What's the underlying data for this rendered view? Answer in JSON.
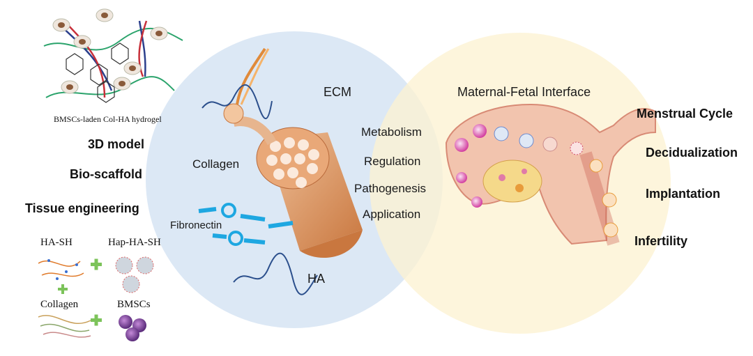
{
  "left_panel": {
    "hydrogel_caption": "BMSCs-laden Col-HA hydrogel",
    "uses": [
      "3D model",
      "Bio-scaffold",
      "Tissue engineering"
    ],
    "components": {
      "ha_sh": "HA-SH",
      "hap_ha_sh": "Hap-HA-SH",
      "collagen": "Collagen",
      "bmscs": "BMSCs"
    }
  },
  "ecm_circle": {
    "title": "ECM",
    "collagen_label": "Collagen",
    "fibronectin_label": "Fibronectin",
    "ha_label": "HA",
    "fill_color": "#dce8f5"
  },
  "overlap": {
    "items": [
      "Metabolism",
      "Regulation",
      "Pathogenesis",
      "Application"
    ]
  },
  "mfi_circle": {
    "title": "Maternal-Fetal Interface",
    "fill_color": "#fdf2d2"
  },
  "right_panel": {
    "events": [
      "Menstrual Cycle",
      "Decidualization",
      "Implantation",
      "Infertility"
    ]
  },
  "colors": {
    "collagen_fiber": "#d99a6c",
    "fibronectin": "#1ea7e1",
    "ha_strand": "#2b4f8c",
    "plus_sign": "#7cc35a"
  }
}
